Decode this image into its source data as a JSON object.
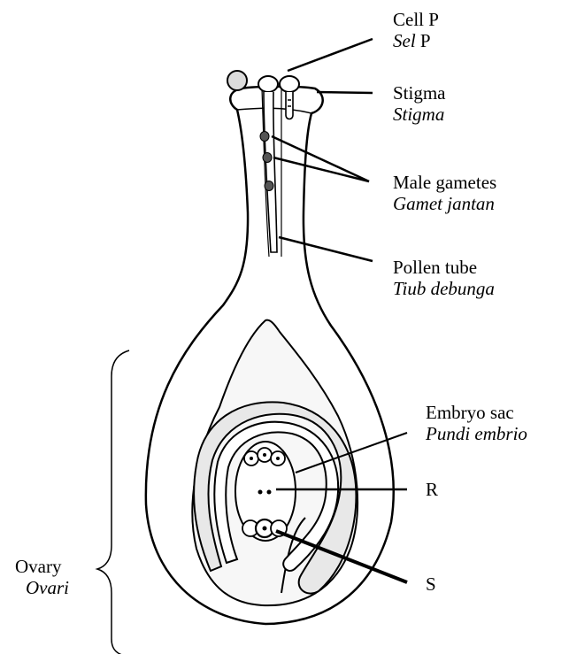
{
  "labels": {
    "cell_p": {
      "en": "Cell P",
      "ms_italic": "Sel",
      "ms_plain": " P"
    },
    "stigma": {
      "en": "Stigma",
      "ms": "Stigma"
    },
    "male_gametes": {
      "en": "Male gametes",
      "ms": "Gamet jantan"
    },
    "pollen_tube": {
      "en": "Pollen tube",
      "ms": "Tiub debunga"
    },
    "embryo_sac": {
      "en": "Embryo sac",
      "ms": "Pundi embrio"
    },
    "r": "R",
    "s": "S",
    "ovary": {
      "en": "Ovary",
      "ms": "Ovari"
    }
  }
}
